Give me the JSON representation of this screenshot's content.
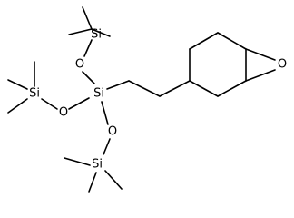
{
  "molecule": {
    "atom_labels": {
      "si_top": "Si",
      "si_left": "Si",
      "si_center": "Si",
      "si_bottom": "Si",
      "o_top": "O",
      "o_left": "O",
      "o_bottom": "O",
      "o_epoxide": "O"
    }
  }
}
